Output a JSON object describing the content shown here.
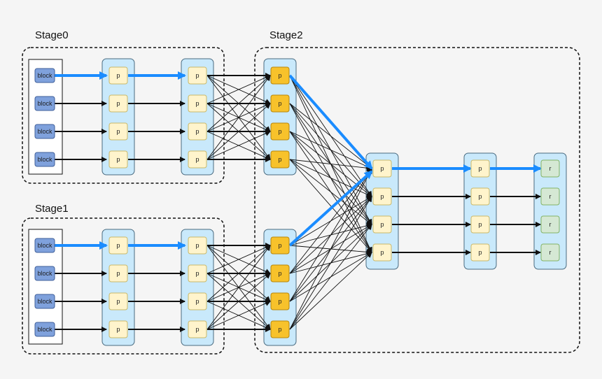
{
  "stages": [
    {
      "id": "stage0",
      "label": "Stage0"
    },
    {
      "id": "stage1",
      "label": "Stage1"
    },
    {
      "id": "stage2",
      "label": "Stage2"
    }
  ],
  "labels": {
    "block": "block",
    "partition": "p",
    "result": "r"
  },
  "colors": {
    "highlight": "#1a8cff",
    "arrow": "#111111",
    "column_fill": "#c9e9fb",
    "column_stroke": "#4a6b80",
    "block_fill": "#7fa1dc",
    "block_stroke": "#3f5f9a",
    "p_fill": "#fff4cc",
    "p_stroke": "#c9b96a",
    "p_orange_fill": "#f7c22b",
    "p_orange_stroke": "#b8860b",
    "r_fill": "#d5e8d4",
    "r_stroke": "#82b366"
  },
  "icons": {
    "arrow": "arrowhead-icon"
  }
}
